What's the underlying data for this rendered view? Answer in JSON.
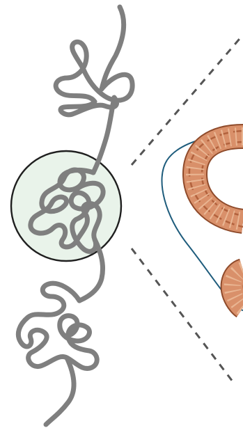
{
  "figure": {
    "description_text": "",
    "colors": {
      "background": "#ffffff",
      "strand": "#7f7f7f",
      "magnifier_fill": "#e9f3ea",
      "magnifier_stroke": "#1f1f1f",
      "dash": "#555555",
      "outline": "#1e5c7c",
      "helix_fill": "#d9906a",
      "helix_dark": "#b2623d",
      "helix_edge": "#8f4b2b",
      "helix_rung": "#e9b592"
    },
    "elements": [
      "chromatin-strand",
      "magnifier-circle",
      "zoom-guide-lines",
      "zoomed-region-outline",
      "dna-helix-fiber"
    ]
  }
}
